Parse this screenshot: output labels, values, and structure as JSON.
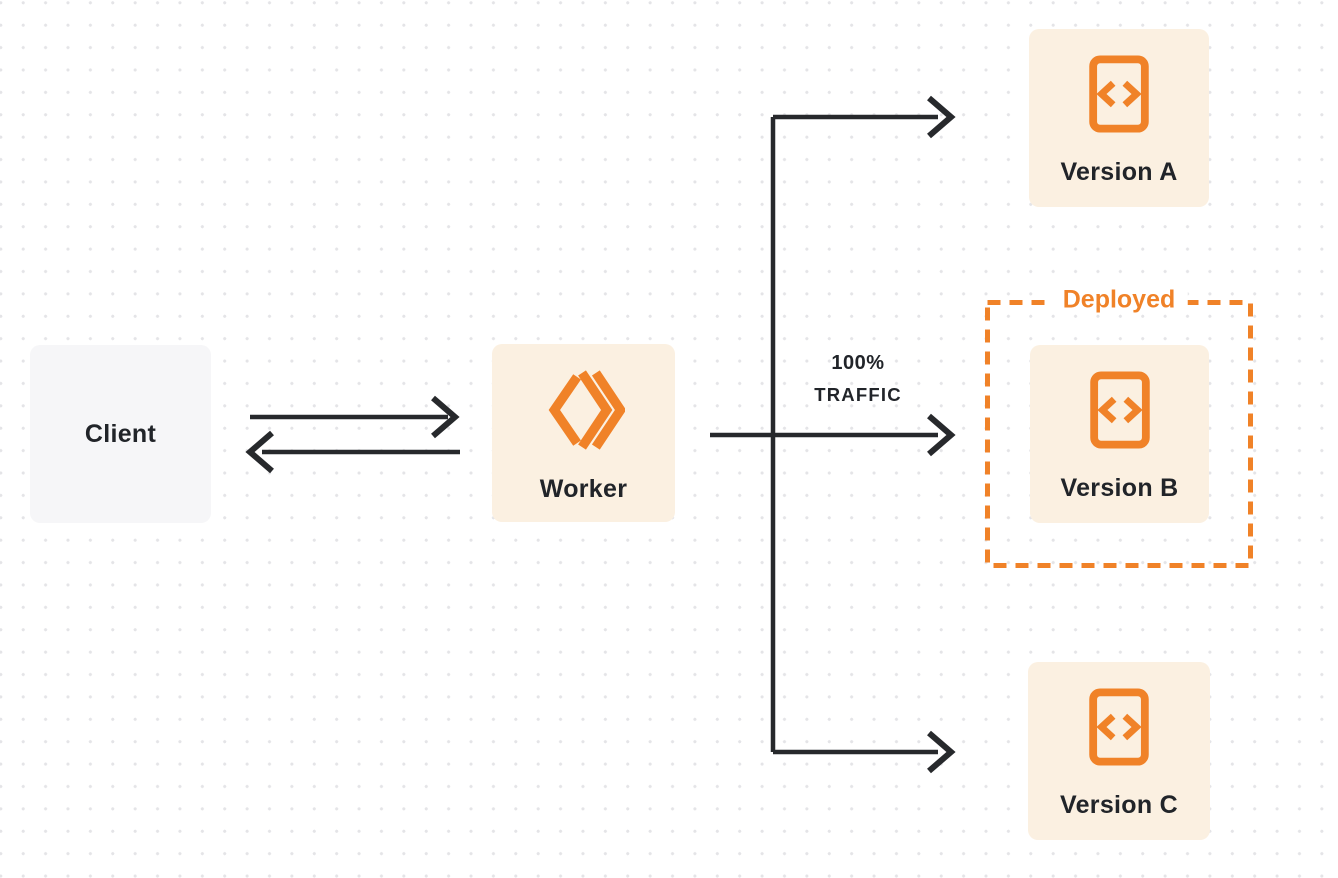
{
  "diagram": {
    "nodes": {
      "client": {
        "label": "Client"
      },
      "worker": {
        "label": "Worker"
      },
      "version_a": {
        "label": "Version A"
      },
      "version_b": {
        "label": "Version B"
      },
      "version_c": {
        "label": "Version C"
      }
    },
    "annotations": {
      "traffic_percent": "100%",
      "traffic_word": "TRAFFIC",
      "deployed": "Deployed"
    },
    "edges": [
      {
        "from": "client",
        "to": "worker",
        "type": "bidirectional"
      },
      {
        "from": "worker",
        "to": "version_a"
      },
      {
        "from": "worker",
        "to": "version_b",
        "label": "100% TRAFFIC",
        "enclosure": "Deployed"
      },
      {
        "from": "worker",
        "to": "version_c"
      }
    ],
    "colors": {
      "accent_orange": "#F08228",
      "node_cream": "#FBF0E1",
      "client_gray": "#F6F6F8",
      "connector_dark": "#27292C",
      "dot_grid": "#E4E4E7",
      "background": "#FFFFFF"
    },
    "icons": {
      "worker_icon": "cloudflare-workers-logo",
      "version_icon": "code-file-icon"
    }
  }
}
